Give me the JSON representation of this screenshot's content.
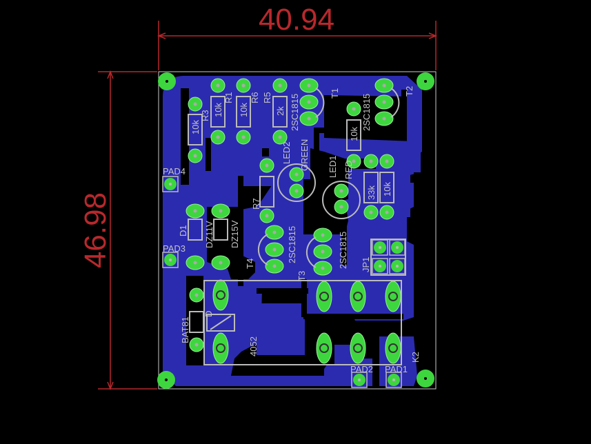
{
  "dimensions": {
    "width_mm": "40.94",
    "height_mm": "46.98"
  },
  "colors": {
    "copper": "#2b2bb0",
    "pad": "#3ed63e",
    "silk": "#c4c4c4",
    "dimension": "#b8282c"
  },
  "labels": {
    "R3": "R3",
    "R3v": "10k",
    "R1": "R1",
    "R1v": "10k",
    "R6": "R6",
    "R6v": "10k",
    "R5": "R5",
    "R5v": "2k",
    "T1": "T1",
    "T1v": "2SC1815",
    "T2": "T2",
    "T2v": "2SC1815",
    "R4v": "10k",
    "LED2": "LED2",
    "GREEN": "GREEN",
    "LED1": "LED1",
    "RED": "RED",
    "R7": "R7",
    "R33k": "33k",
    "R10k": "10k",
    "PAD4": "PAD4",
    "PAD3": "PAD3",
    "PAD2": "PAD2",
    "PAD1": "PAD1",
    "D1": "D1",
    "DZ11": "DZ11V",
    "DZ15": "DZ15V",
    "T4": "T4",
    "T4v": "2SC1815",
    "T3": "T3",
    "T3v": "2SC1815",
    "JP1": "JP1",
    "BAT81": "BAT81",
    "D": "D",
    "relay": "4052",
    "K2": "K2"
  }
}
